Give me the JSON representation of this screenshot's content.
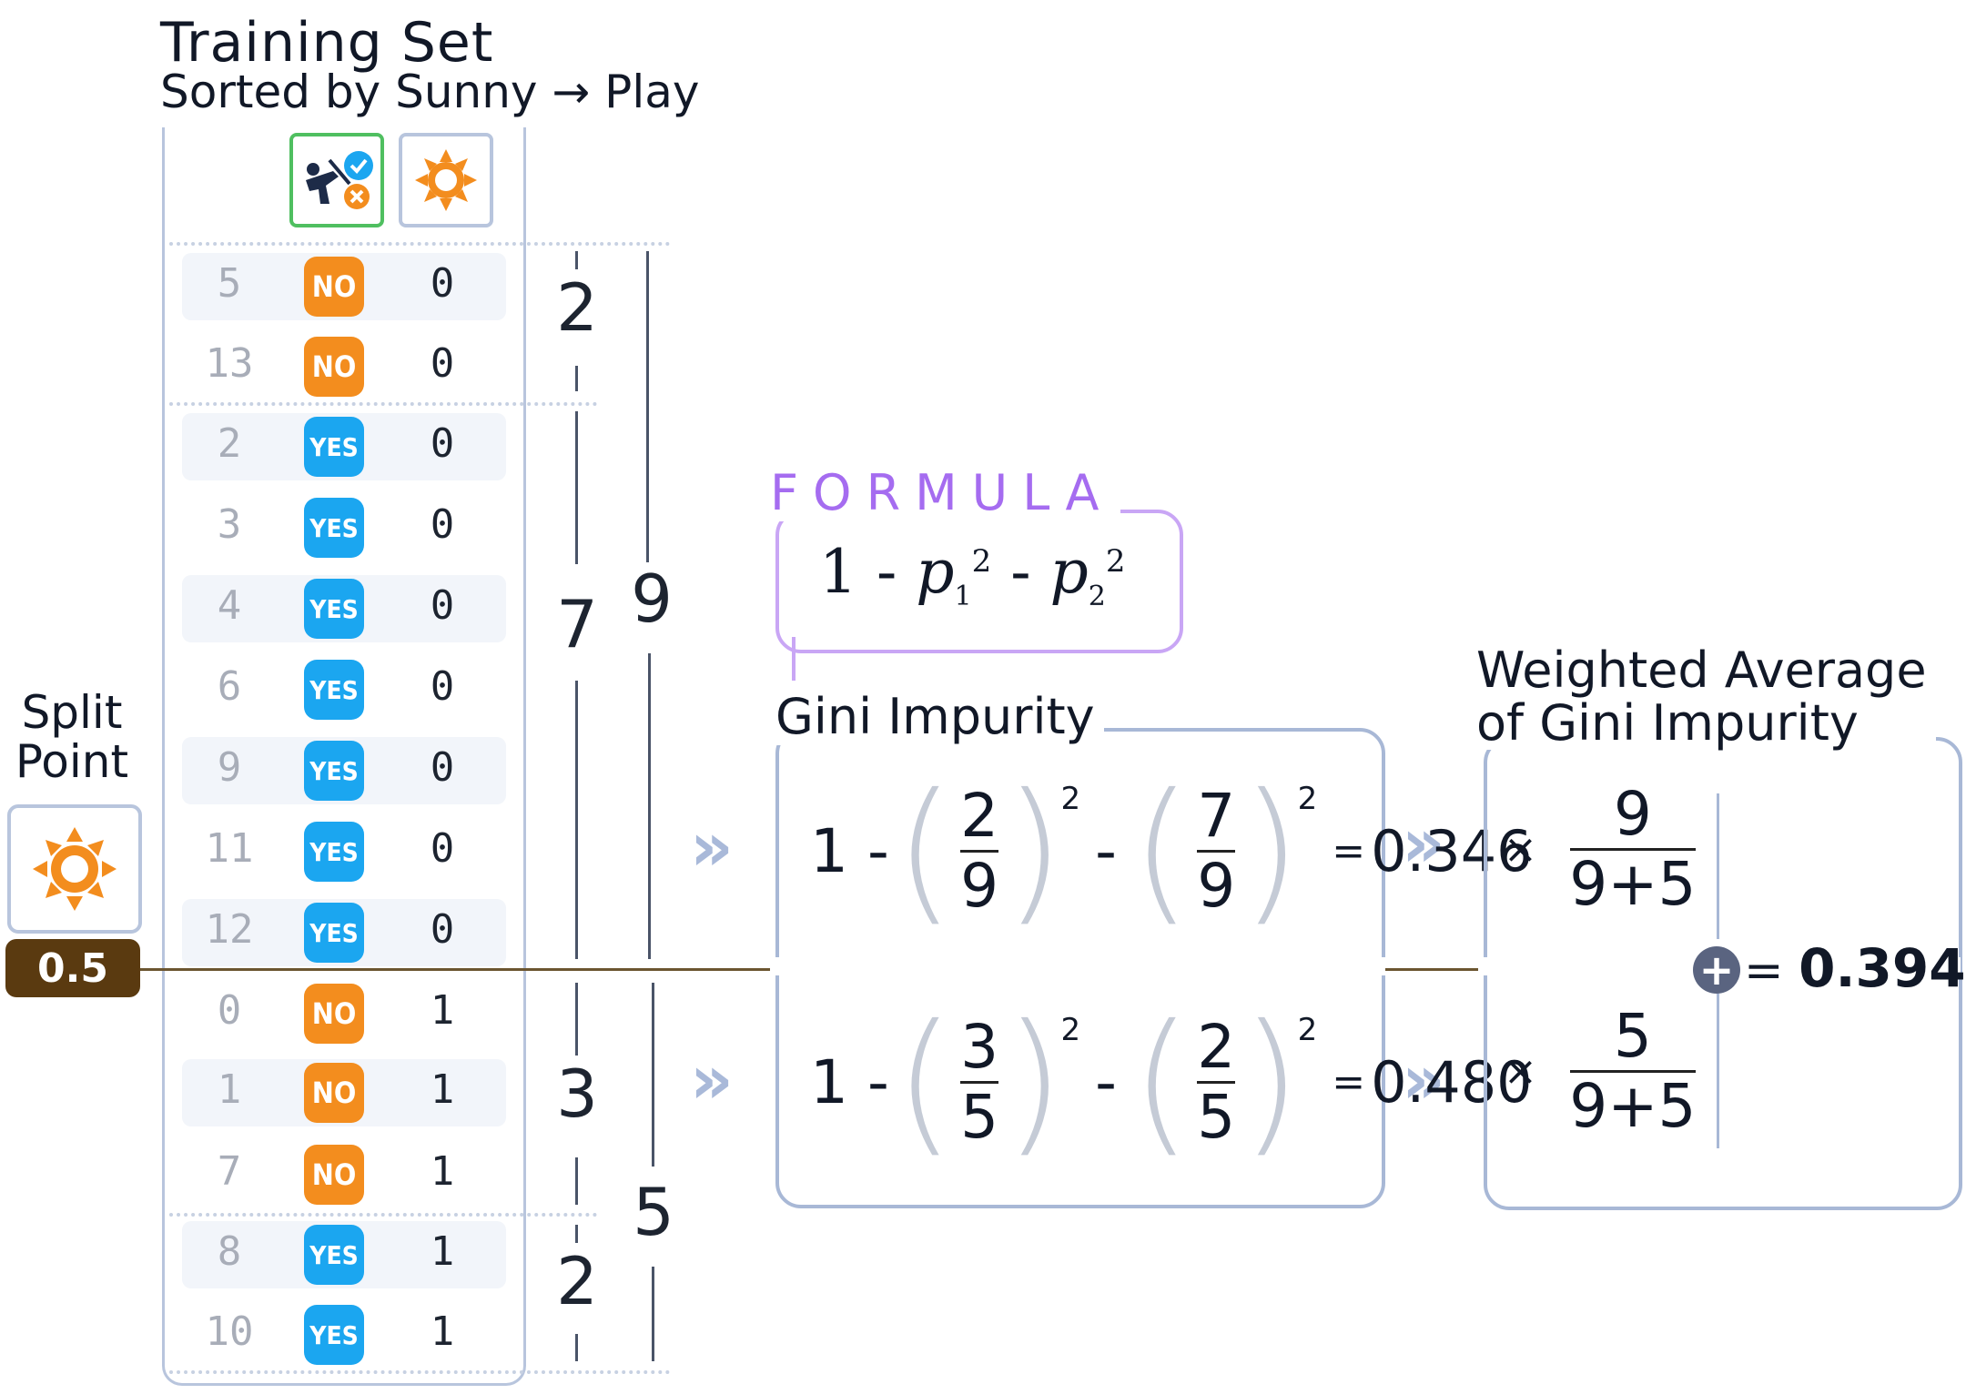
{
  "title": "Training Set",
  "subtitle": "Sorted by Sunny → Play",
  "icons": {
    "play_col": "golf-play-icon",
    "sunny_col": "sun-icon"
  },
  "colors": {
    "no": "#f38d1e",
    "yes": "#1ba6f0",
    "formula": "#a56cf0",
    "split": "#5a3a10"
  },
  "rows": [
    {
      "idx": "5",
      "play": "NO",
      "sunny": "0"
    },
    {
      "idx": "13",
      "play": "NO",
      "sunny": "0"
    },
    {
      "idx": "2",
      "play": "YES",
      "sunny": "0"
    },
    {
      "idx": "3",
      "play": "YES",
      "sunny": "0"
    },
    {
      "idx": "4",
      "play": "YES",
      "sunny": "0"
    },
    {
      "idx": "6",
      "play": "YES",
      "sunny": "0"
    },
    {
      "idx": "9",
      "play": "YES",
      "sunny": "0"
    },
    {
      "idx": "11",
      "play": "YES",
      "sunny": "0"
    },
    {
      "idx": "12",
      "play": "YES",
      "sunny": "0"
    },
    {
      "idx": "0",
      "play": "NO",
      "sunny": "1"
    },
    {
      "idx": "1",
      "play": "NO",
      "sunny": "1"
    },
    {
      "idx": "7",
      "play": "NO",
      "sunny": "1"
    },
    {
      "idx": "8",
      "play": "YES",
      "sunny": "1"
    },
    {
      "idx": "10",
      "play": "YES",
      "sunny": "1"
    }
  ],
  "counts": {
    "top_no": "2",
    "top_yes": "7",
    "top_total": "9",
    "bot_no": "3",
    "bot_yes": "2",
    "bot_total": "5"
  },
  "split": {
    "label_line1": "Split",
    "label_line2": "Point",
    "value": "0.5"
  },
  "formula": {
    "label": "FORMULA",
    "lead": "1 -",
    "p1": "p",
    "sub1": "1",
    "minus": "-",
    "p2": "p",
    "sub2": "2",
    "sup": "2"
  },
  "gini": {
    "label": "Gini Impurity",
    "top": {
      "one": "1 -",
      "n1": "2",
      "d1": "9",
      "n2": "7",
      "d2": "9",
      "exp": "2",
      "minus": "-",
      "eq": "=",
      "result": "0.346"
    },
    "bottom": {
      "one": "1 -",
      "n1": "3",
      "d1": "5",
      "n2": "2",
      "d2": "5",
      "exp": "2",
      "minus": "-",
      "eq": "=",
      "result": "0.480"
    }
  },
  "weighted": {
    "label_line1": "Weighted Average",
    "label_line2": "of Gini Impurity",
    "top": {
      "times": "×",
      "num": "9",
      "den": "9+5"
    },
    "bottom": {
      "times": "×",
      "num": "5",
      "den": "9+5"
    },
    "eq": "=",
    "result": "0.394"
  },
  "chevron": "»"
}
